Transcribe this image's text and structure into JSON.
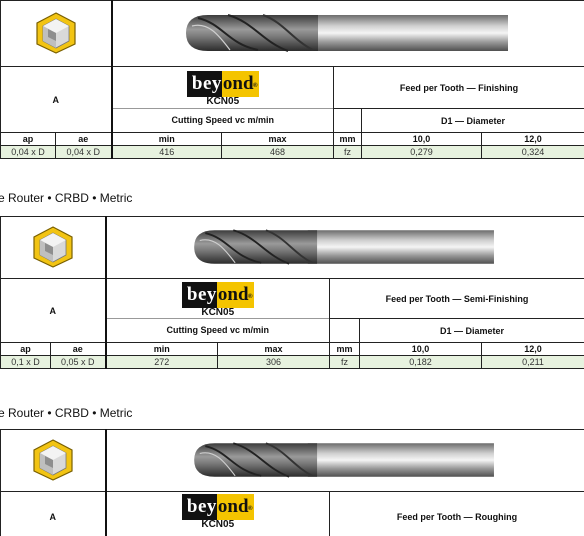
{
  "tables": [
    {
      "material_group": "A",
      "brand": {
        "left": "bey",
        "right": "ond",
        "mark": "®"
      },
      "grade": "KCN05",
      "cutting_speed_label": "Cutting Speed vc m/min",
      "feed_title": "Feed per Tooth — Finishing",
      "diameter_label": "D1 — Diameter",
      "headers": {
        "ap": "ap",
        "ae": "ae",
        "min": "min",
        "max": "max",
        "unit": "mm",
        "d1": "10,0",
        "d2": "12,0"
      },
      "values": {
        "ap": "0,04 x D",
        "ae": "0,04 x D",
        "min": "416",
        "max": "468",
        "unit": "fz",
        "d1": "0,279",
        "d2": "0,324"
      }
    },
    {
      "caption": "e Router • CRBD • Metric",
      "material_group": "A",
      "brand": {
        "left": "bey",
        "right": "ond",
        "mark": "®"
      },
      "grade": "KCN05",
      "cutting_speed_label": "Cutting Speed vc m/min",
      "feed_title": "Feed per Tooth — Semi-Finishing",
      "diameter_label": "D1 — Diameter",
      "headers": {
        "ap": "ap",
        "ae": "ae",
        "min": "min",
        "max": "max",
        "unit": "mm",
        "d1": "10,0",
        "d2": "12,0"
      },
      "values": {
        "ap": "0,1 x D",
        "ae": "0,05 x D",
        "min": "272",
        "max": "306",
        "unit": "fz",
        "d1": "0,182",
        "d2": "0,211"
      }
    },
    {
      "caption": "e Router • CRBD • Metric",
      "material_group": "A",
      "brand": {
        "left": "bey",
        "right": "ond",
        "mark": "®"
      },
      "grade": "KCN05",
      "feed_title": "Feed per Tooth — Roughing"
    }
  ],
  "colors": {
    "values_row_bg": "#e7f2df",
    "brand_yellow": "#f4c400",
    "icon_yellow": "#f2c413"
  },
  "icons": [
    "material-cube-icon",
    "ball-end-mill-icon"
  ]
}
